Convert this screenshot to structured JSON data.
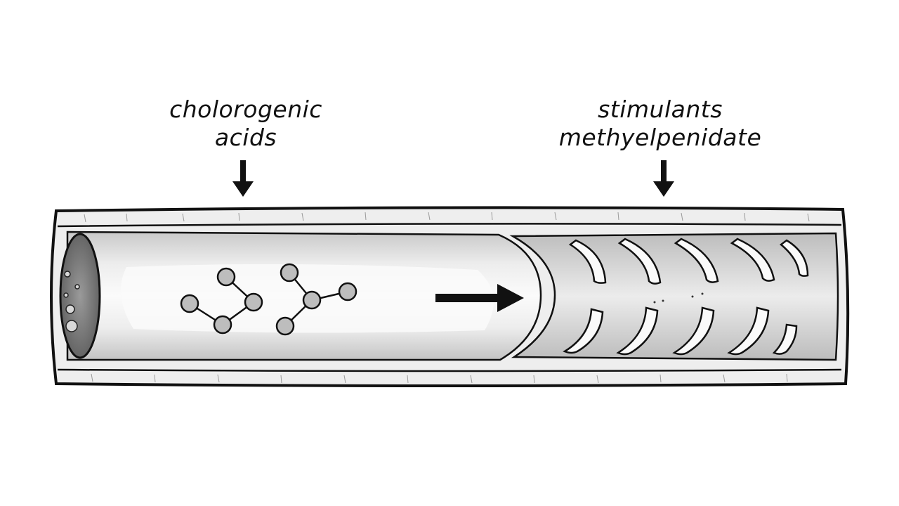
{
  "labels": {
    "left": {
      "line1": "cholorogenic",
      "line2": "acids"
    },
    "right": {
      "line1": "stimulants",
      "line2": "methyelpenidate"
    }
  },
  "colors": {
    "ink": "#111111",
    "tube_wall": "#ececec",
    "lumen_light": "#f7f7f7",
    "lumen_shade": "#cfcfcf",
    "molecule_fill": "#bdbdbd"
  },
  "icons": {
    "left_arrow": "arrow-down-icon",
    "right_arrow": "arrow-down-icon",
    "flow_arrow": "arrow-right-icon"
  }
}
